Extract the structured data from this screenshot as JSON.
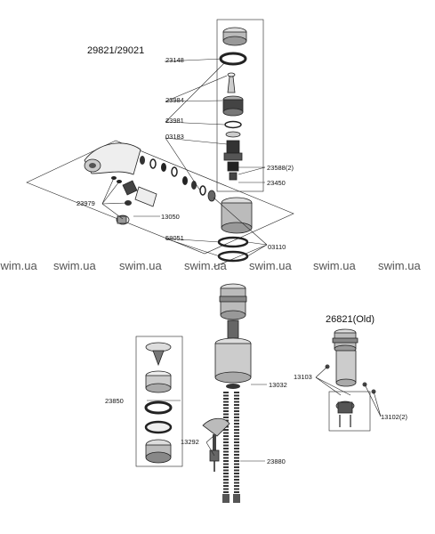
{
  "title": "29821/29021",
  "subtitle": "26821(Old)",
  "watermark": "swim.ua",
  "parts": [
    "23148",
    "23984",
    "23981",
    "03183",
    "23588(2)",
    "23450",
    "23979",
    "13050",
    "58051",
    "03110",
    "13032",
    "13103",
    "13102(2)",
    "23850",
    "13292",
    "23880"
  ]
}
